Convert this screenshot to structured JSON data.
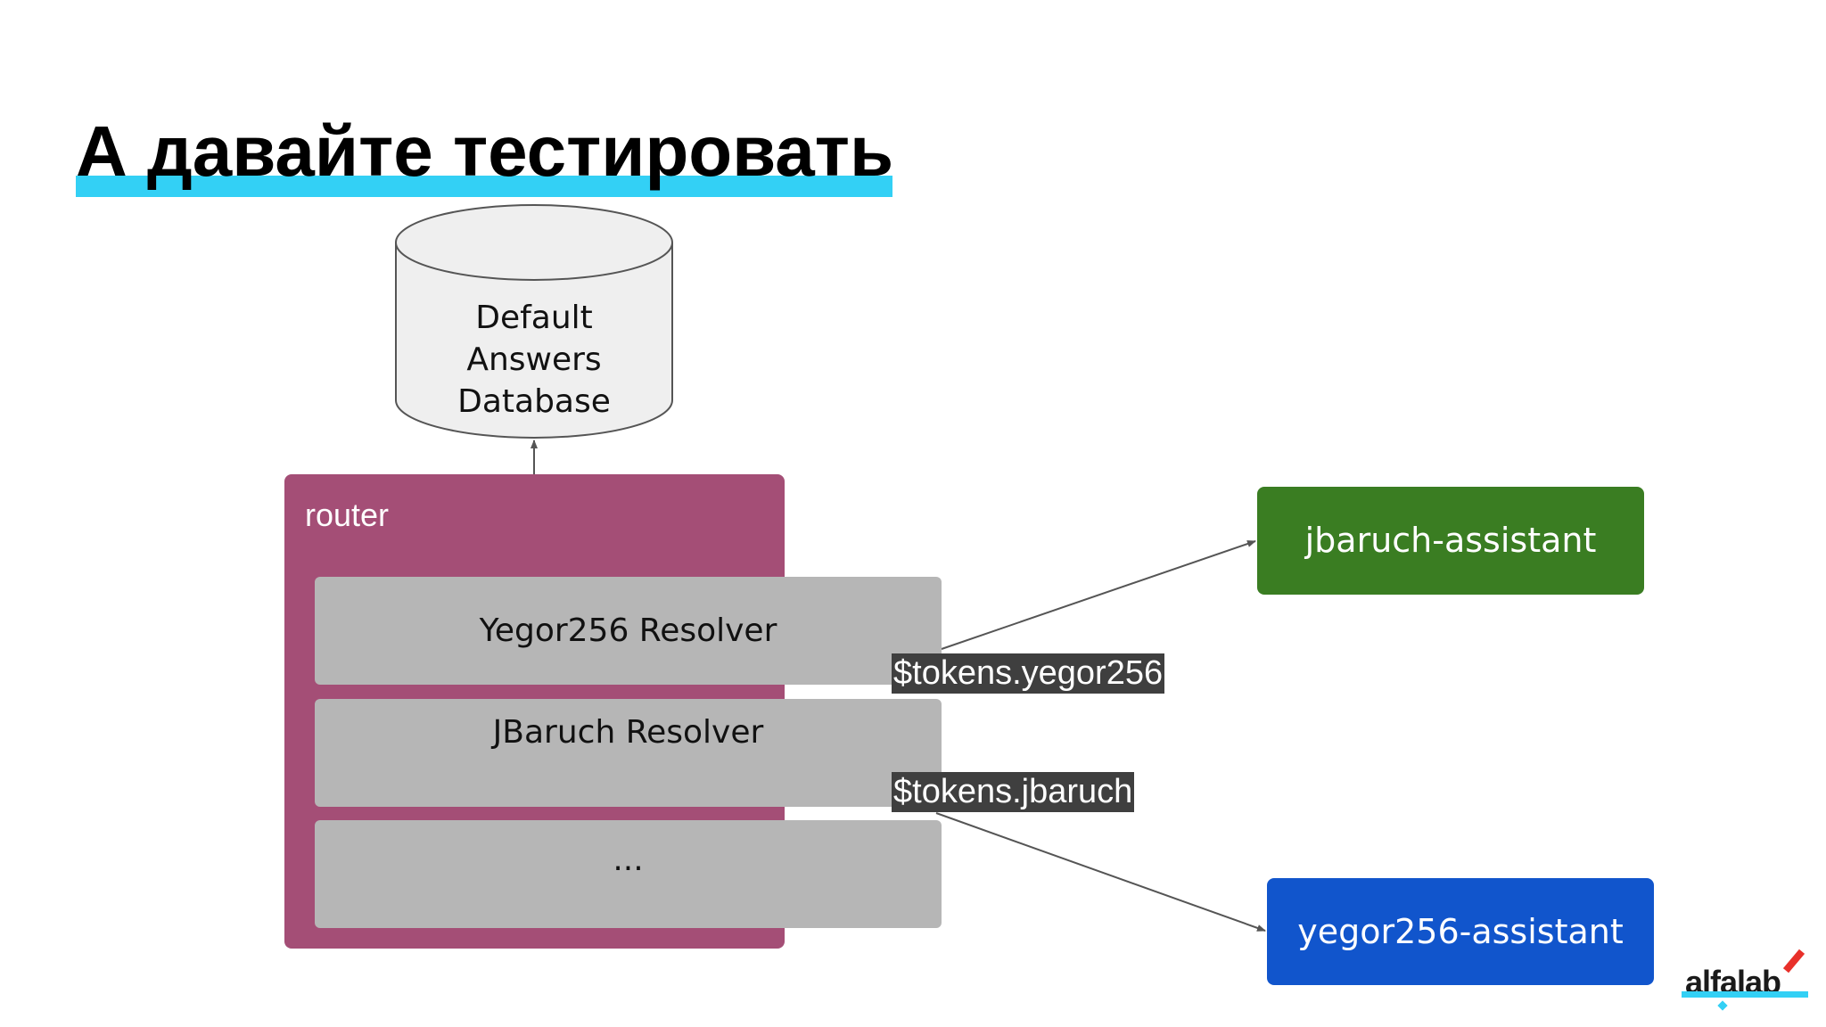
{
  "slide": {
    "title": "А давайте тестировать"
  },
  "database": {
    "label": "Default\nAnswers\nDatabase"
  },
  "router": {
    "label": "router",
    "resolvers": [
      {
        "label": "Yegor256 Resolver"
      },
      {
        "label": "JBaruch Resolver"
      },
      {
        "label": "..."
      }
    ]
  },
  "tokens": [
    {
      "label": "$tokens.yegor256"
    },
    {
      "label": "$tokens.jbaruch"
    }
  ],
  "assistants": [
    {
      "label": "jbaruch-assistant",
      "color": "#3a7d22"
    },
    {
      "label": "yegor256-assistant",
      "color": "#1155cc"
    }
  ],
  "colors": {
    "title_underline": "#33d0f5",
    "router_fill": "#a44e76",
    "resolver_fill": "#b6b6b6",
    "token_bg": "#3f3f3f",
    "database_fill": "#efefef"
  },
  "logo": {
    "text": "alfalab"
  }
}
